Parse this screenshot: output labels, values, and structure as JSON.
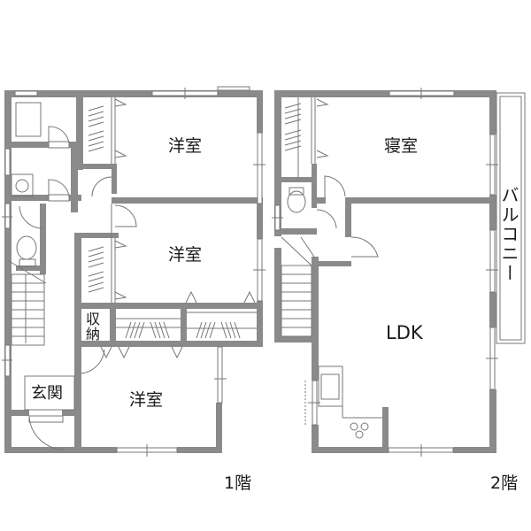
{
  "floors": [
    {
      "id": "1F",
      "label": "1階",
      "rooms": [
        {
          "name": "洋室",
          "position": "upper-right"
        },
        {
          "name": "洋室",
          "position": "middle-right"
        },
        {
          "name": "洋室",
          "position": "lower"
        },
        {
          "name": "収納",
          "type": "storage"
        },
        {
          "name": "玄関",
          "type": "entrance"
        }
      ],
      "fixtures": [
        "bathtub",
        "washing-machine",
        "toilet",
        "staircase",
        "closets"
      ]
    },
    {
      "id": "2F",
      "label": "2階",
      "rooms": [
        {
          "name": "寝室",
          "position": "top"
        },
        {
          "name": "LDK",
          "position": "main"
        },
        {
          "name": "バルコニー",
          "type": "balcony"
        }
      ],
      "fixtures": [
        "toilet",
        "staircase",
        "closet",
        "kitchen-sink",
        "stove"
      ]
    }
  ],
  "labels": {
    "f1_room_a": "洋室",
    "f1_room_b": "洋室",
    "f1_room_c": "洋室",
    "f1_storage": "収納",
    "f1_entrance": "玄関",
    "f1_floor": "1階",
    "f2_bedroom": "寝室",
    "f2_ldk": "LDK",
    "f2_balcony": "バルコニー",
    "f2_floor": "2階"
  },
  "colors": {
    "wall": "#8a8a8a",
    "line": "#777777",
    "text": "#1a1a1a",
    "background": "#ffffff"
  }
}
